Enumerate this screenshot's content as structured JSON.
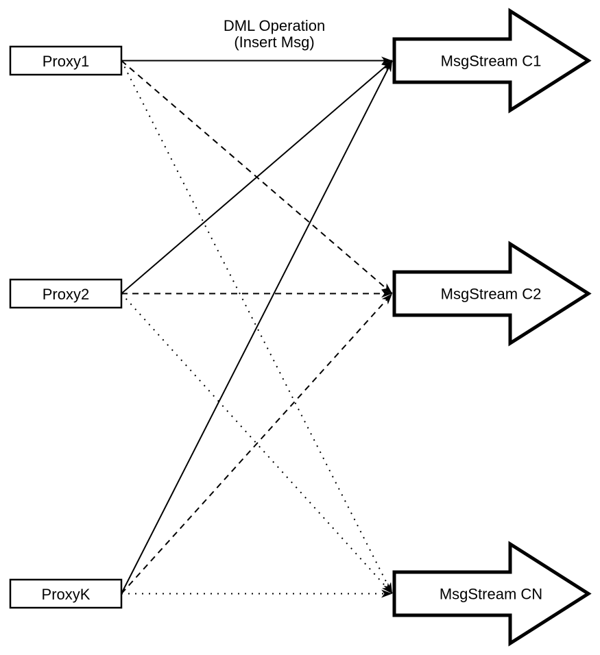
{
  "diagram": {
    "background": "#ffffff",
    "stroke_color": "#000000",
    "shape_fill": "#ffffff",
    "annotation": {
      "line1": "DML Operation",
      "line2": "(Insert Msg)"
    },
    "proxies": [
      {
        "id": "proxy1",
        "label": "Proxy1"
      },
      {
        "id": "proxy2",
        "label": "Proxy2"
      },
      {
        "id": "proxyk",
        "label": "ProxyK"
      }
    ],
    "streams": [
      {
        "id": "c1",
        "label": "MsgStream C1"
      },
      {
        "id": "c2",
        "label": "MsgStream C2"
      },
      {
        "id": "cn",
        "label": "MsgStream CN"
      }
    ],
    "edges": [
      {
        "from": "Proxy1",
        "to": "MsgStream C1",
        "style": "solid"
      },
      {
        "from": "Proxy1",
        "to": "MsgStream C2",
        "style": "dashed"
      },
      {
        "from": "Proxy1",
        "to": "MsgStream CN",
        "style": "dotted"
      },
      {
        "from": "Proxy2",
        "to": "MsgStream C1",
        "style": "solid"
      },
      {
        "from": "Proxy2",
        "to": "MsgStream C2",
        "style": "dashed"
      },
      {
        "from": "Proxy2",
        "to": "MsgStream CN",
        "style": "dotted"
      },
      {
        "from": "ProxyK",
        "to": "MsgStream C1",
        "style": "solid"
      },
      {
        "from": "ProxyK",
        "to": "MsgStream C2",
        "style": "dashed"
      },
      {
        "from": "ProxyK",
        "to": "MsgStream CN",
        "style": "dotted"
      }
    ]
  }
}
